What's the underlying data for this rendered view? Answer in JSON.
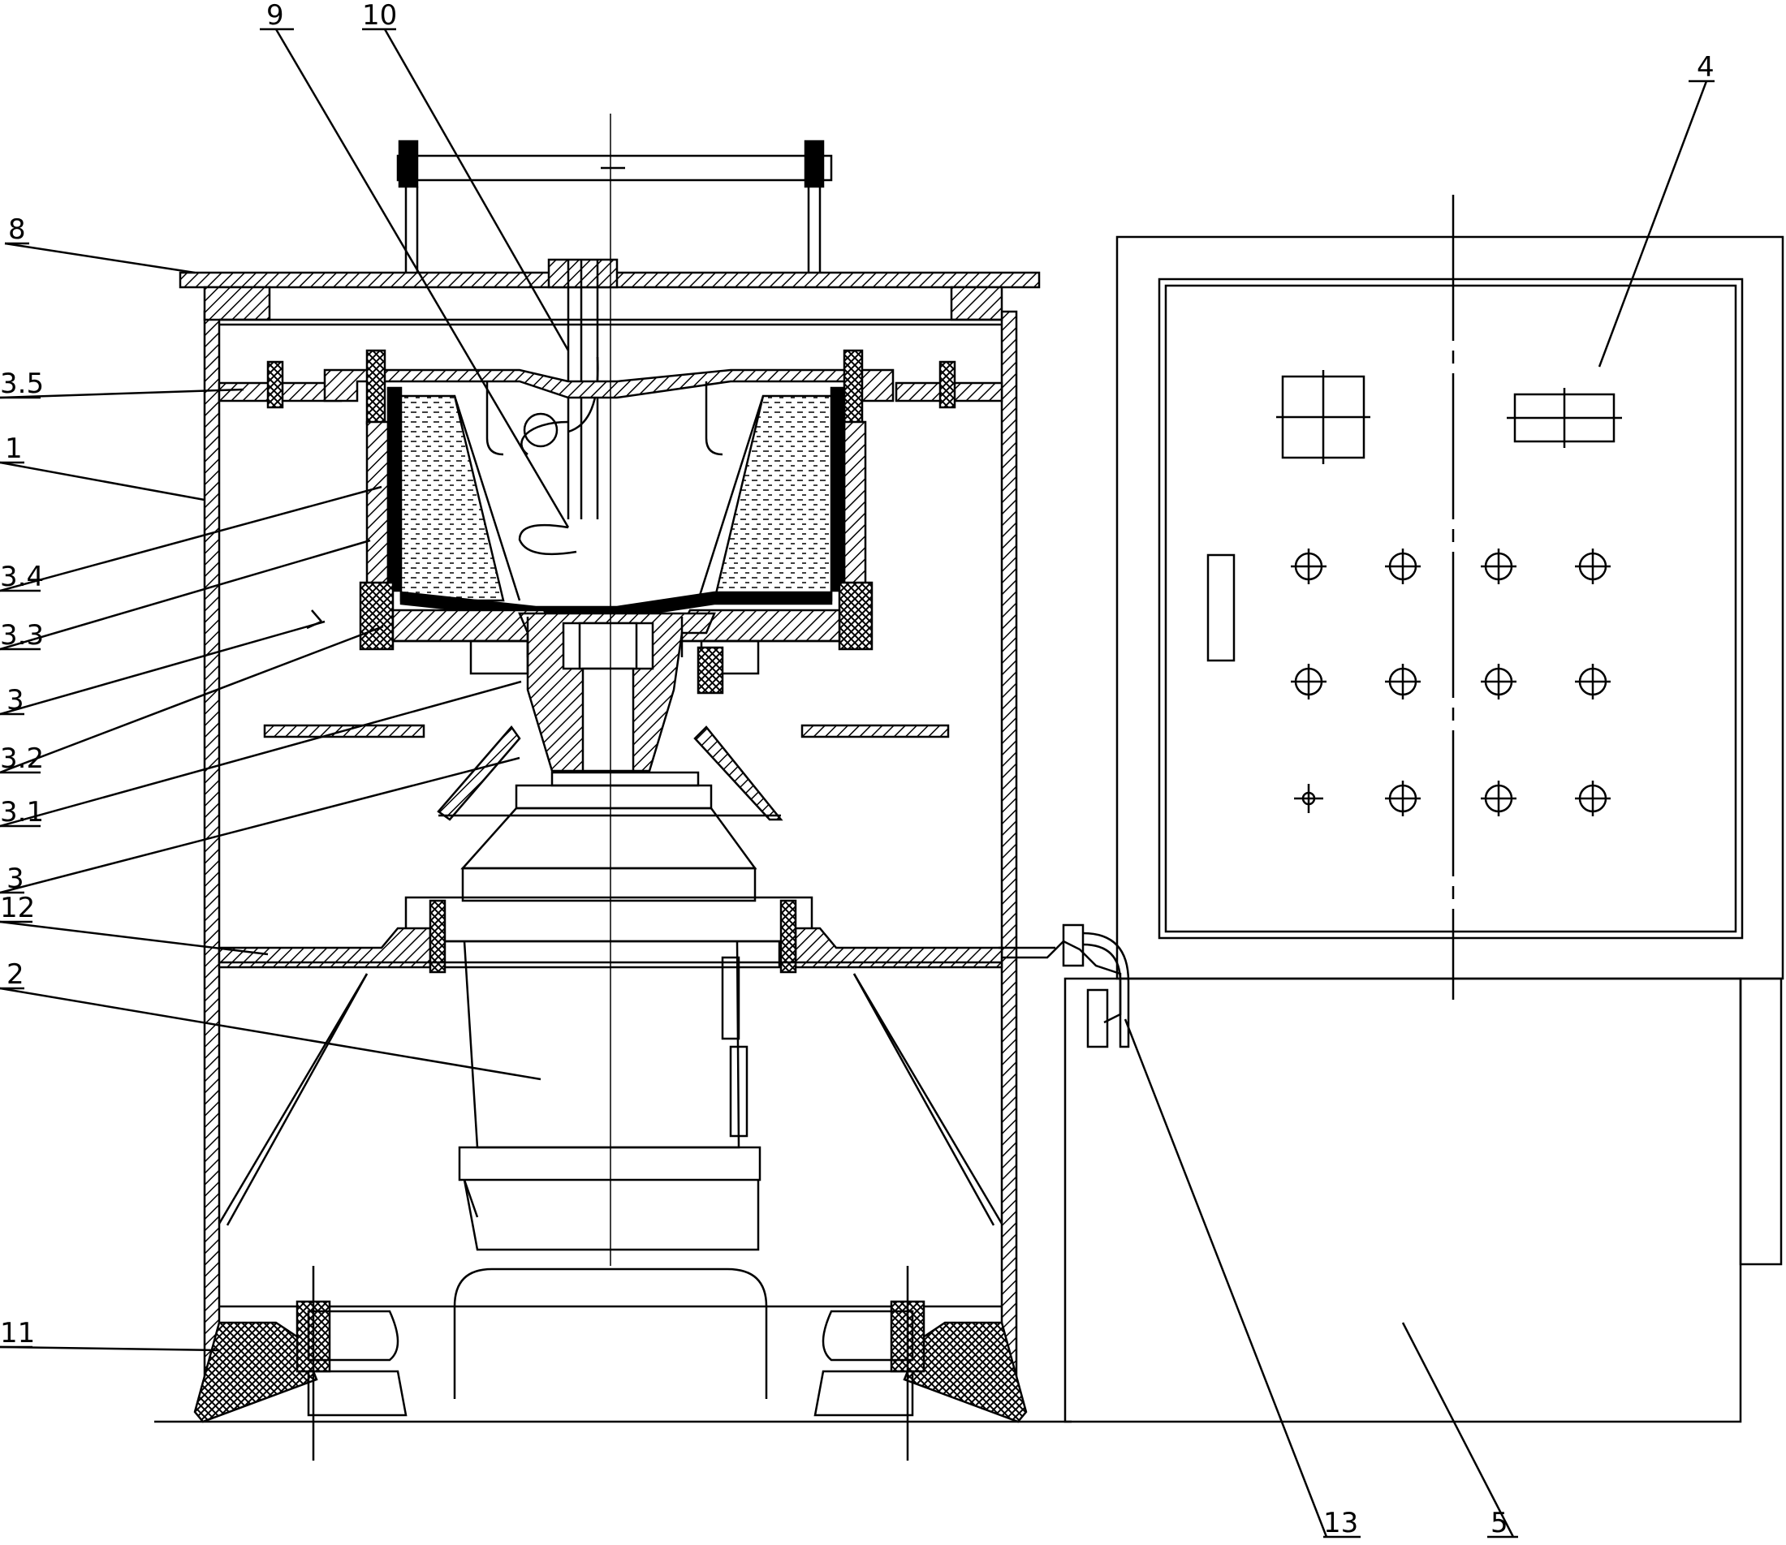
{
  "diagram": {
    "stroke_color": "#000000",
    "fill_color": "#000000",
    "background": "#ffffff",
    "callouts": [
      {
        "id": "c9",
        "label": "9"
      },
      {
        "id": "c10",
        "label": "10"
      },
      {
        "id": "c8",
        "label": "8"
      },
      {
        "id": "c4",
        "label": "4"
      },
      {
        "id": "c35",
        "label": "3.5"
      },
      {
        "id": "c1",
        "label": "1"
      },
      {
        "id": "c34",
        "label": "3.4"
      },
      {
        "id": "c33",
        "label": "3.3"
      },
      {
        "id": "c3a",
        "label": "3"
      },
      {
        "id": "c32",
        "label": "3.2"
      },
      {
        "id": "c31",
        "label": "3.1"
      },
      {
        "id": "c3b",
        "label": "3"
      },
      {
        "id": "c12",
        "label": "12"
      },
      {
        "id": "c2",
        "label": "2"
      },
      {
        "id": "c11",
        "label": "11"
      },
      {
        "id": "c13",
        "label": "13"
      },
      {
        "id": "c5",
        "label": "5"
      }
    ]
  }
}
